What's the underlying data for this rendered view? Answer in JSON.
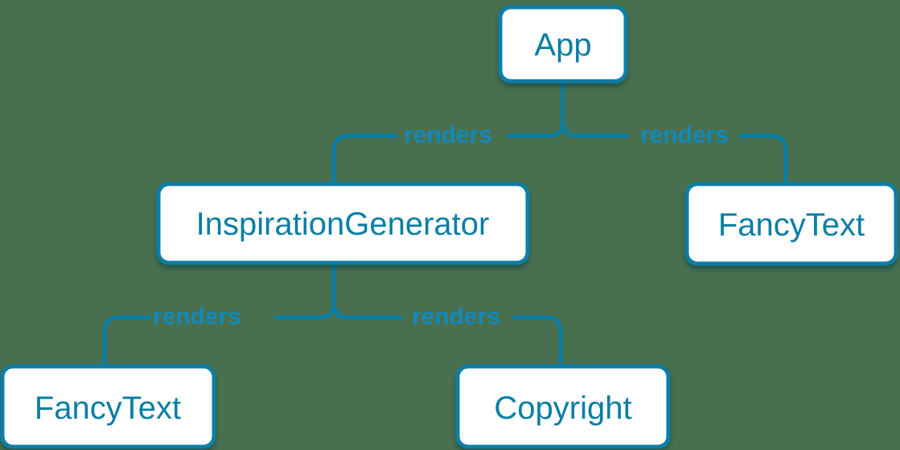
{
  "background_color": "#48704f",
  "palette": {
    "node_fill": "#ffffff",
    "node_border": "#0b7ea6",
    "node_text": "#087ea4",
    "edge_line": "#0b7ea6",
    "edge_label_text": "#1389bc"
  },
  "diagram": {
    "type": "component-render-tree",
    "nodes": [
      {
        "id": "app",
        "label": "App"
      },
      {
        "id": "inspiration-generator",
        "label": "InspirationGenerator"
      },
      {
        "id": "fancy-text-right",
        "label": "FancyText"
      },
      {
        "id": "fancy-text-left",
        "label": "FancyText"
      },
      {
        "id": "copyright",
        "label": "Copyright"
      }
    ],
    "edges": [
      {
        "from": "App",
        "to": "InspirationGenerator",
        "label": "renders"
      },
      {
        "from": "App",
        "to": "FancyText",
        "label": "renders"
      },
      {
        "from": "InspirationGenerator",
        "to": "FancyText",
        "label": "renders"
      },
      {
        "from": "InspirationGenerator",
        "to": "Copyright",
        "label": "renders"
      }
    ]
  }
}
